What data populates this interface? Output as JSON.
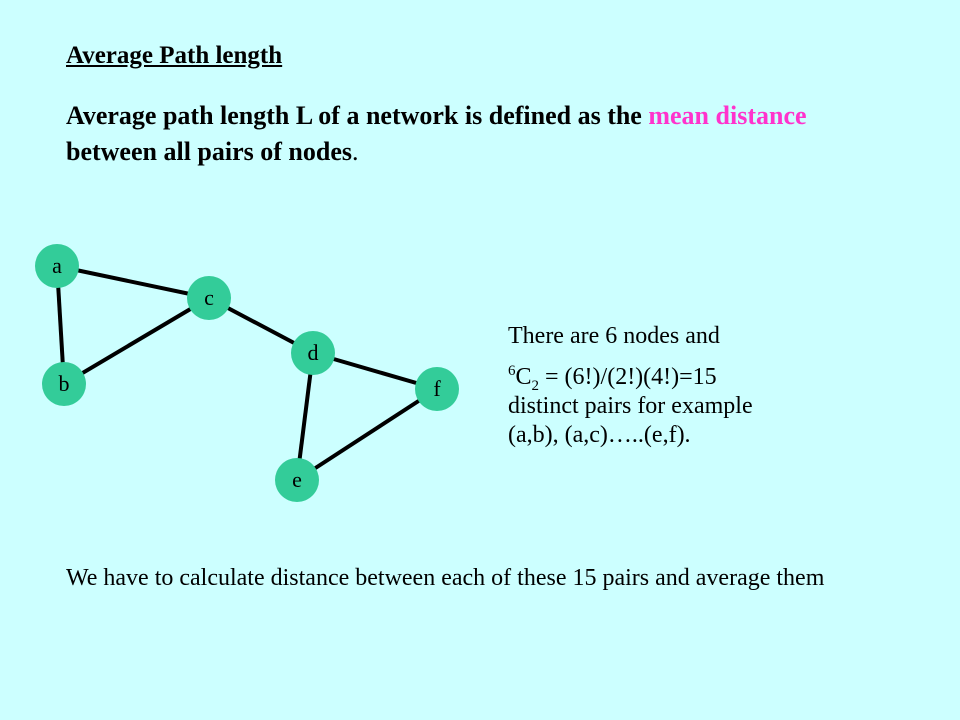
{
  "title": "Average Path length",
  "definition": {
    "part1": "Average path length L of a network is defined as the ",
    "highlight1": "mean",
    "space": " ",
    "highlight2": "distance",
    "part2": " between all pairs of nodes",
    "period": "."
  },
  "graph": {
    "node_color": "#33cc99",
    "highlight_color": "#ff33cc",
    "background_color": "#ccffff",
    "nodes": [
      {
        "id": "a",
        "label": "a"
      },
      {
        "id": "b",
        "label": "b"
      },
      {
        "id": "c",
        "label": "c"
      },
      {
        "id": "d",
        "label": "d"
      },
      {
        "id": "e",
        "label": "e"
      },
      {
        "id": "f",
        "label": "f"
      }
    ],
    "edges": [
      [
        "a",
        "b"
      ],
      [
        "a",
        "c"
      ],
      [
        "b",
        "c"
      ],
      [
        "c",
        "d"
      ],
      [
        "d",
        "e"
      ],
      [
        "d",
        "f"
      ],
      [
        "e",
        "f"
      ]
    ]
  },
  "side": {
    "line1": "There are 6 nodes and",
    "sup": "6",
    "c": "C",
    "sub": "2",
    "formula": " = (6!)/(2!)(4!)=15",
    "line3": "distinct pairs for example",
    "line4": "(a,b), (a,c)…..(e,f)."
  },
  "bottom": "We have to calculate distance between each of these 15 pairs and average them"
}
